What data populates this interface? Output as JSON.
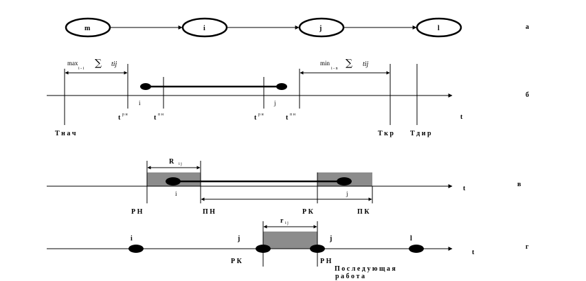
{
  "a": {
    "nodes": [
      "m",
      "i",
      "j",
      "l"
    ],
    "panel_label": "а"
  },
  "b": {
    "left_bracket": {
      "func": "max",
      "sub": "i - i",
      "sum": "∑",
      "term": "tij"
    },
    "right_bracket": {
      "func": "min",
      "sub": "i - n",
      "sum": "∑",
      "term": "tij"
    },
    "event_i": "i",
    "event_j": "j",
    "t_rn_i": {
      "main": "t",
      "sup": "р н"
    },
    "t_pn_i": {
      "main": "t",
      "sup": "п н"
    },
    "t_rn_j": {
      "main": "t",
      "sup": "р н"
    },
    "t_pn_j": {
      "main": "t",
      "sup": "п н"
    },
    "t_start": "Т н а ч",
    "t_kr": "Т к р",
    "t_dir": "Т д и р",
    "axis_t": "t",
    "panel_label": "б"
  },
  "v": {
    "R": {
      "main": "R",
      "sub": "i j"
    },
    "event_i": "i",
    "event_j": "j",
    "rn": "Р Н",
    "pn": "П Н",
    "rk": "Р К",
    "pk": "П К",
    "axis_t": "t",
    "panel_label": "в"
  },
  "g": {
    "r": {
      "main": "r",
      "sub": "i j"
    },
    "events": [
      "i",
      "j",
      "j",
      "l"
    ],
    "rk": "Р К",
    "rn": "Р Н",
    "next_work_1": "П о с л е д у ю щ а я",
    "next_work_2": "р а б о т а",
    "axis_t": "t",
    "panel_label": "г"
  }
}
